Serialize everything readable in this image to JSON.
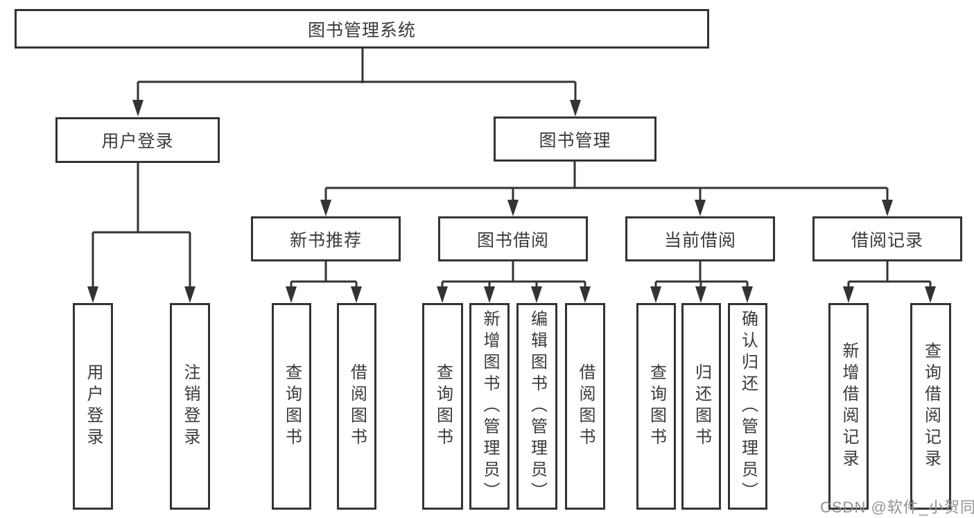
{
  "diagram": {
    "type": "hierarchy",
    "title": "图书管理系统",
    "colors": {
      "line": "#333333",
      "box_border": "#333333",
      "text": "#3a3a3a",
      "background": "#ffffff",
      "watermark": "#969090"
    },
    "nodes": {
      "root": {
        "label": "图书管理系统"
      },
      "login": {
        "label": "用户登录"
      },
      "manage": {
        "label": "图书管理"
      },
      "recommend": {
        "label": "新书推荐"
      },
      "borrow": {
        "label": "图书借阅"
      },
      "current": {
        "label": "当前借阅"
      },
      "records": {
        "label": "借阅记录"
      },
      "login_user": {
        "label": "用户登录"
      },
      "login_logout": {
        "label": "注销登录"
      },
      "rec_query": {
        "label": "查询图书"
      },
      "rec_borrow": {
        "label": "借阅图书"
      },
      "bor_query": {
        "label": "查询图书"
      },
      "bor_add": {
        "label": "新增图书（管理员）"
      },
      "bor_edit": {
        "label": "编辑图书（管理员）"
      },
      "bor_borrow": {
        "label": "借阅图书"
      },
      "cur_query": {
        "label": "查询图书"
      },
      "cur_return": {
        "label": "归还图书"
      },
      "cur_confirm": {
        "label": "确认归还（管理员）"
      },
      "rcd_add": {
        "label": "新增借阅记录"
      },
      "rcd_query": {
        "label": "查询借阅记录"
      }
    },
    "edges": [
      [
        "图书管理系统",
        "用户登录"
      ],
      [
        "图书管理系统",
        "图书管理"
      ],
      [
        "用户登录",
        "用户登录"
      ],
      [
        "用户登录",
        "注销登录"
      ],
      [
        "图书管理",
        "新书推荐"
      ],
      [
        "图书管理",
        "图书借阅"
      ],
      [
        "图书管理",
        "当前借阅"
      ],
      [
        "图书管理",
        "借阅记录"
      ],
      [
        "新书推荐",
        "查询图书"
      ],
      [
        "新书推荐",
        "借阅图书"
      ],
      [
        "图书借阅",
        "查询图书"
      ],
      [
        "图书借阅",
        "新增图书（管理员）"
      ],
      [
        "图书借阅",
        "编辑图书（管理员）"
      ],
      [
        "图书借阅",
        "借阅图书"
      ],
      [
        "当前借阅",
        "查询图书"
      ],
      [
        "当前借阅",
        "归还图书"
      ],
      [
        "当前借阅",
        "确认归还（管理员）"
      ],
      [
        "借阅记录",
        "新增借阅记录"
      ],
      [
        "借阅记录",
        "查询借阅记录"
      ]
    ],
    "watermark": "CSDN @软件_小贺同学"
  }
}
